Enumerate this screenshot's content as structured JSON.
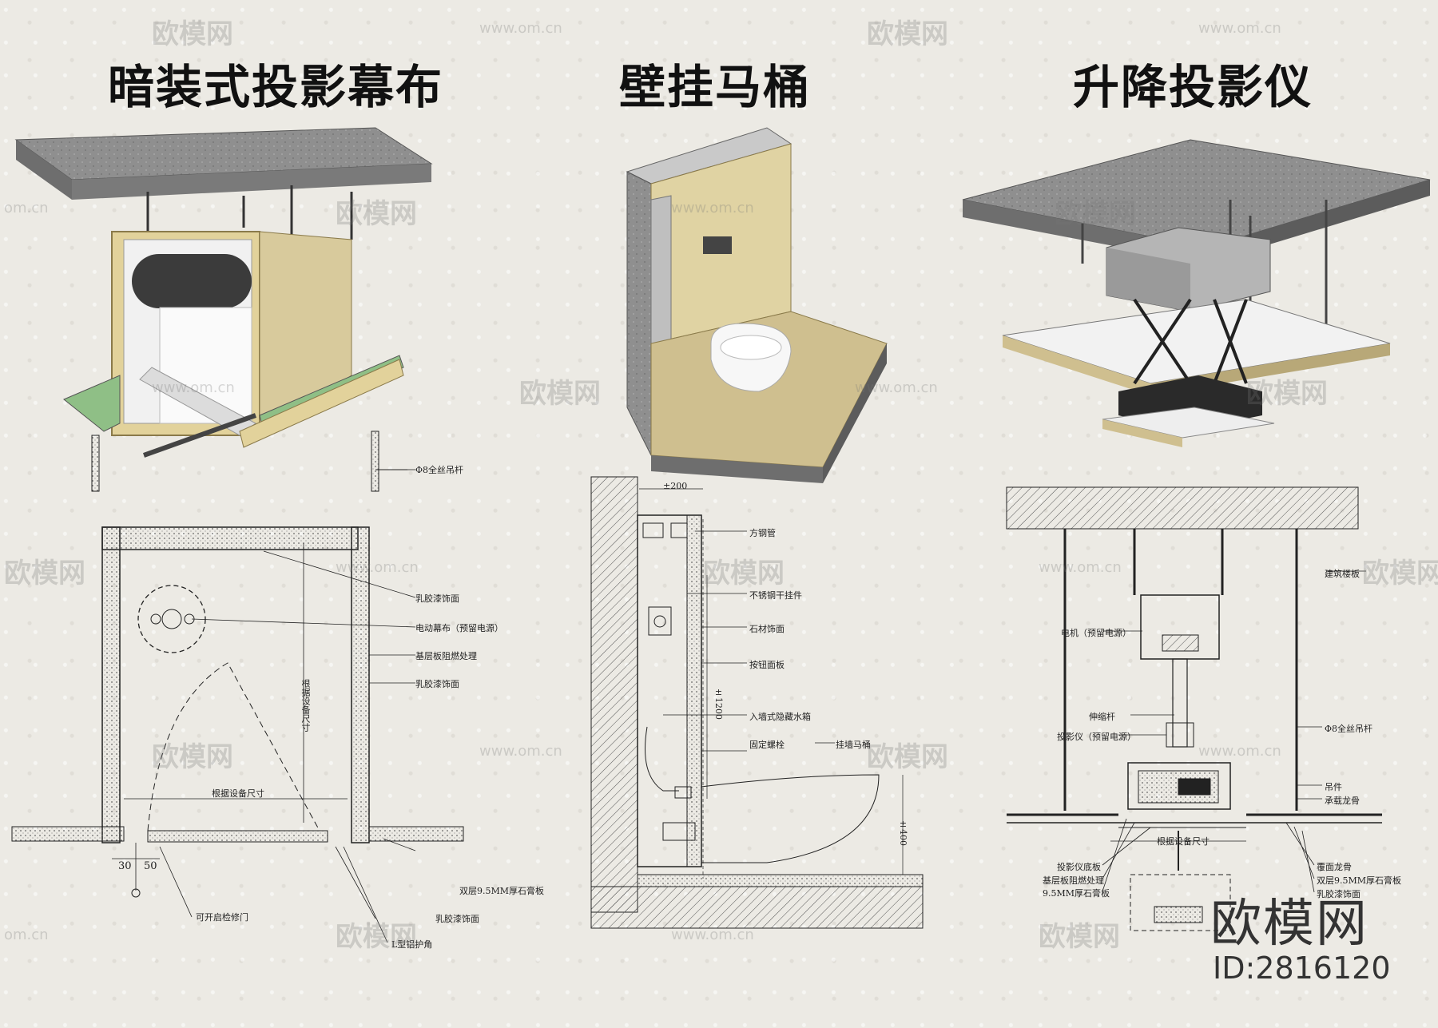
{
  "titles": {
    "screen": "暗装式投影幕布",
    "toilet": "壁挂马桶",
    "projector": "升降投影仪"
  },
  "screen_labels": {
    "rod": "Φ8全丝吊杆",
    "latex1": "乳胶漆饰面",
    "motor_screen": "电动幕布（预留电源）",
    "base_board": "基层板阻燃处理",
    "latex2": "乳胶漆饰面",
    "device_size_v": "根据设备尺寸",
    "device_size_h": "根据设备尺寸",
    "gypsum": "双层9.5MM厚石膏板",
    "latex3": "乳胶漆饰面",
    "access_door": "可开启检修门",
    "l_corner": "L型铝护角",
    "dim_30": "30",
    "dim_50": "50"
  },
  "toilet_labels": {
    "dim_200": "±200",
    "steel_pipe": "方钢管",
    "stainless": "不锈钢干挂件",
    "stone": "石材饰面",
    "button": "按钮面板",
    "tank": "入墙式隐藏水箱",
    "bolt": "固定螺栓",
    "toilet": "挂墙马桶",
    "dim_1200": "±1200",
    "dim_400": "±400"
  },
  "projector_labels": {
    "slab": "建筑楼板",
    "motor": "电机（预留电源）",
    "telescopic": "伸缩杆",
    "projector": "投影仪（预留电源）",
    "rod": "Φ8全丝吊杆",
    "hanger": "吊件",
    "main_keel": "承载龙骨",
    "device_size": "根据设备尺寸",
    "base_plate": "投影仪底板",
    "base_board": "基层板阻燃处理",
    "gypsum_95": "9.5MM厚石膏板",
    "cover_keel": "覆面龙骨",
    "gypsum_double": "双层9.5MM厚石膏板",
    "latex": "乳胶漆饰面"
  },
  "watermark": {
    "brand": "欧模网",
    "url": "www.om.cn",
    "short_url": "om.cn"
  },
  "footer": {
    "brand": "欧模网",
    "id": "ID:2816120"
  },
  "colors": {
    "background": "#eceae4",
    "wood": "#e2d29b",
    "board": "#d8ca9c",
    "concrete": "#8c8c8c",
    "green_keel": "#8fbf86",
    "line": "#222222"
  }
}
